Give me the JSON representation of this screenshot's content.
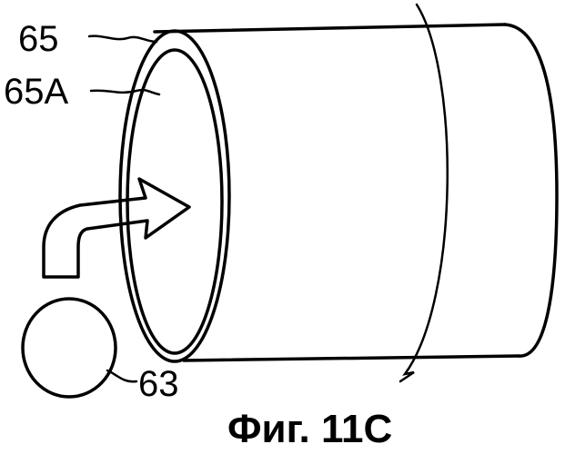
{
  "labels": {
    "sleeve": "65",
    "inner_layer": "65A",
    "roller": "63"
  },
  "caption": "Фиг. 11C",
  "colors": {
    "line": "#000000",
    "background": "#ffffff"
  }
}
